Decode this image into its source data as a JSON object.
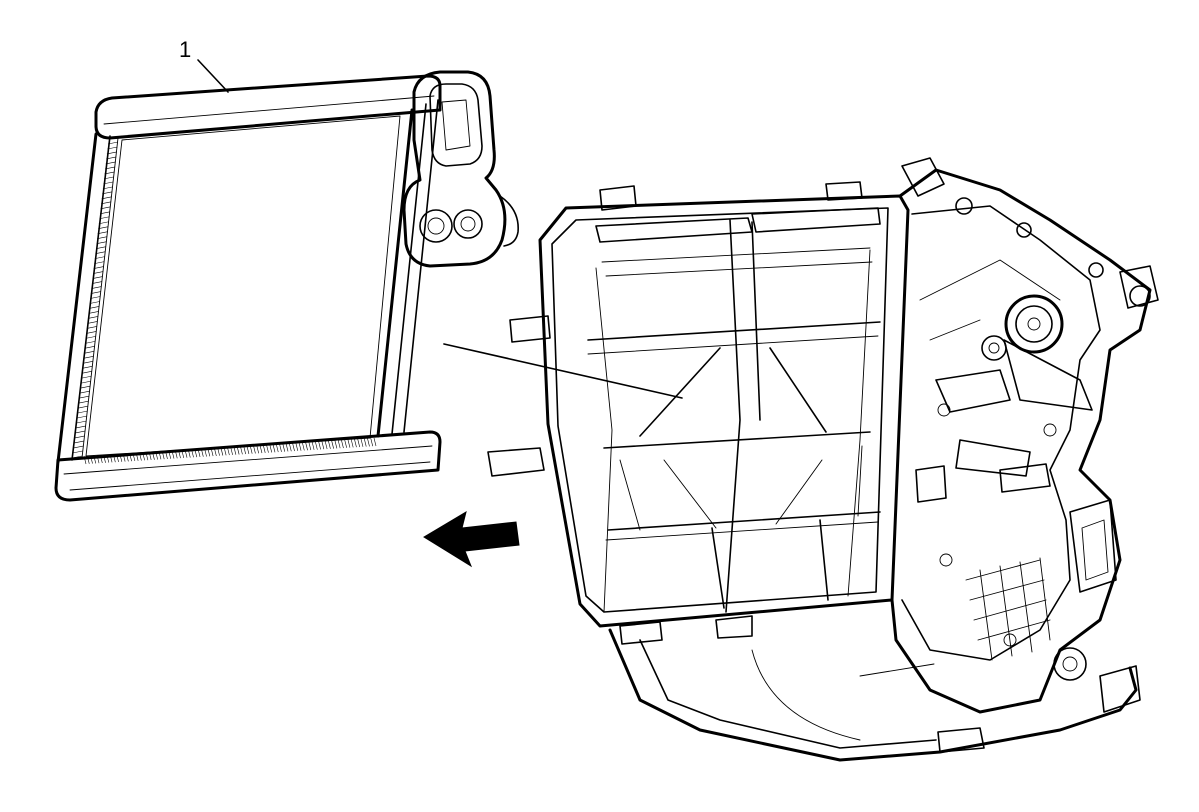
{
  "callouts": [
    {
      "label": "1",
      "part": "evaporator-core"
    }
  ],
  "arrow": {
    "direction": "left"
  },
  "colors": {
    "line": "#000000",
    "background": "#ffffff"
  }
}
